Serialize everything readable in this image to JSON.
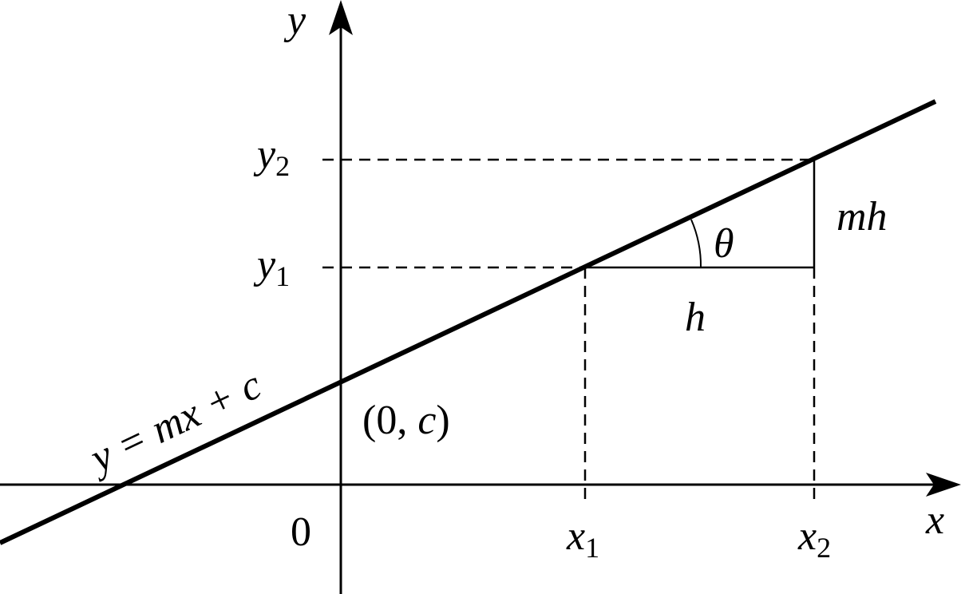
{
  "axes": {
    "x_label": "x",
    "y_label": "y",
    "origin_label": "0"
  },
  "points": {
    "x1": {
      "base": "x",
      "sub": "1"
    },
    "x2": {
      "base": "x",
      "sub": "2"
    },
    "y1": {
      "base": "y",
      "sub": "1"
    },
    "y2": {
      "base": "y",
      "sub": "2"
    }
  },
  "line": {
    "equation": "y = mx + c"
  },
  "intercept": {
    "open": "(0, ",
    "var": "c",
    "close": ")"
  },
  "triangle": {
    "horizontal_label": "h",
    "vertical_label": "mh",
    "angle_label": "θ"
  }
}
